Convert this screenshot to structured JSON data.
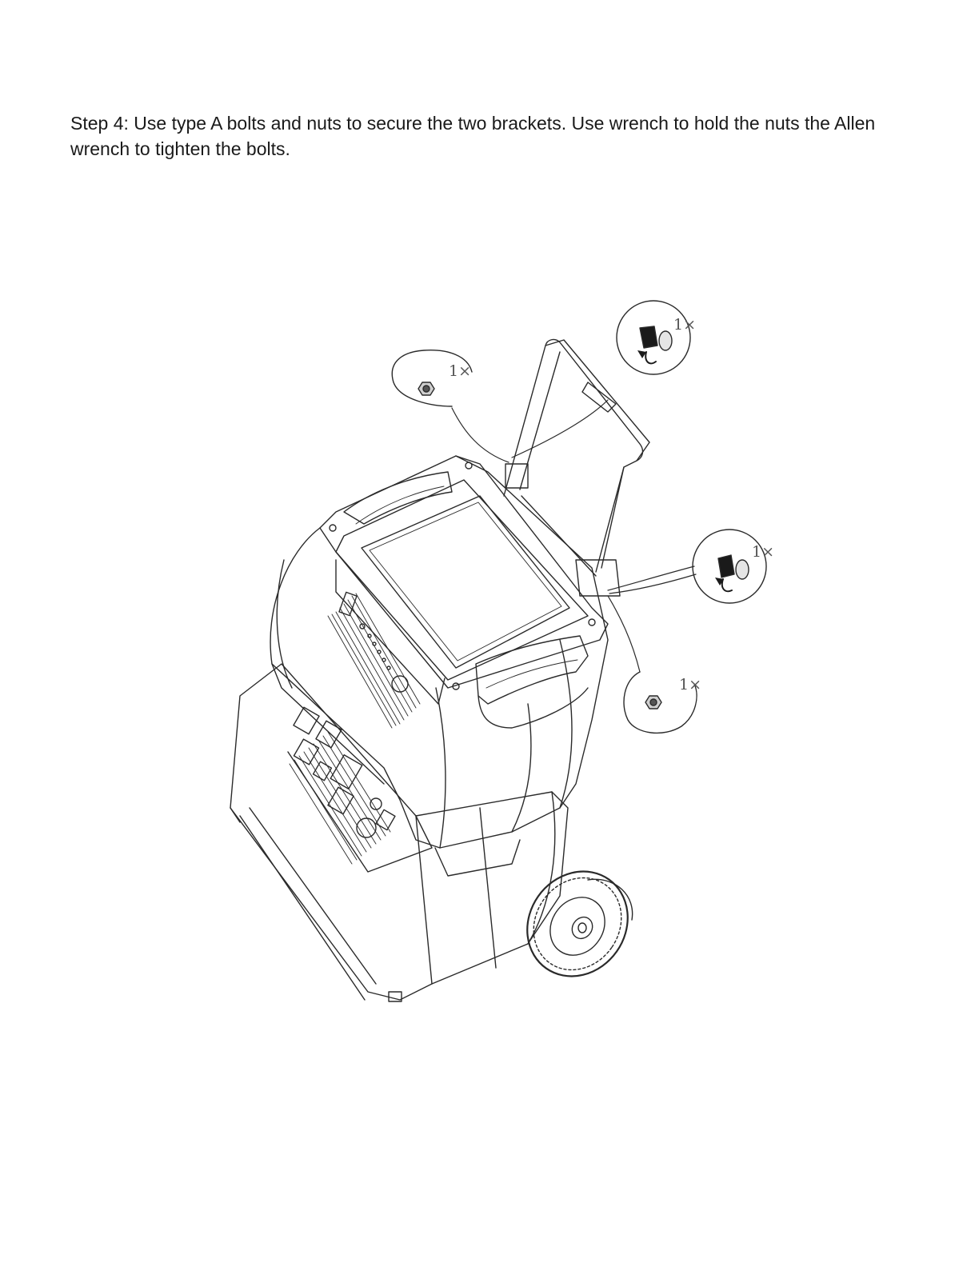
{
  "instruction": {
    "text": "Step 4: Use type A bolts and nuts to secure the two brackets. Use wrench to hold the nuts the Allen wrench to tighten the bolts."
  },
  "callouts": {
    "top_left_nut": {
      "quantity": "1×",
      "part": "nut-icon"
    },
    "top_right_bolt": {
      "quantity": "1×",
      "part": "allen-bolt-icon"
    },
    "right_bolt": {
      "quantity": "1×",
      "part": "allen-bolt-icon"
    },
    "bottom_right_nut": {
      "quantity": "1×",
      "part": "nut-icon"
    }
  },
  "colors": {
    "line": "#2a2a2a",
    "background": "#ffffff"
  }
}
